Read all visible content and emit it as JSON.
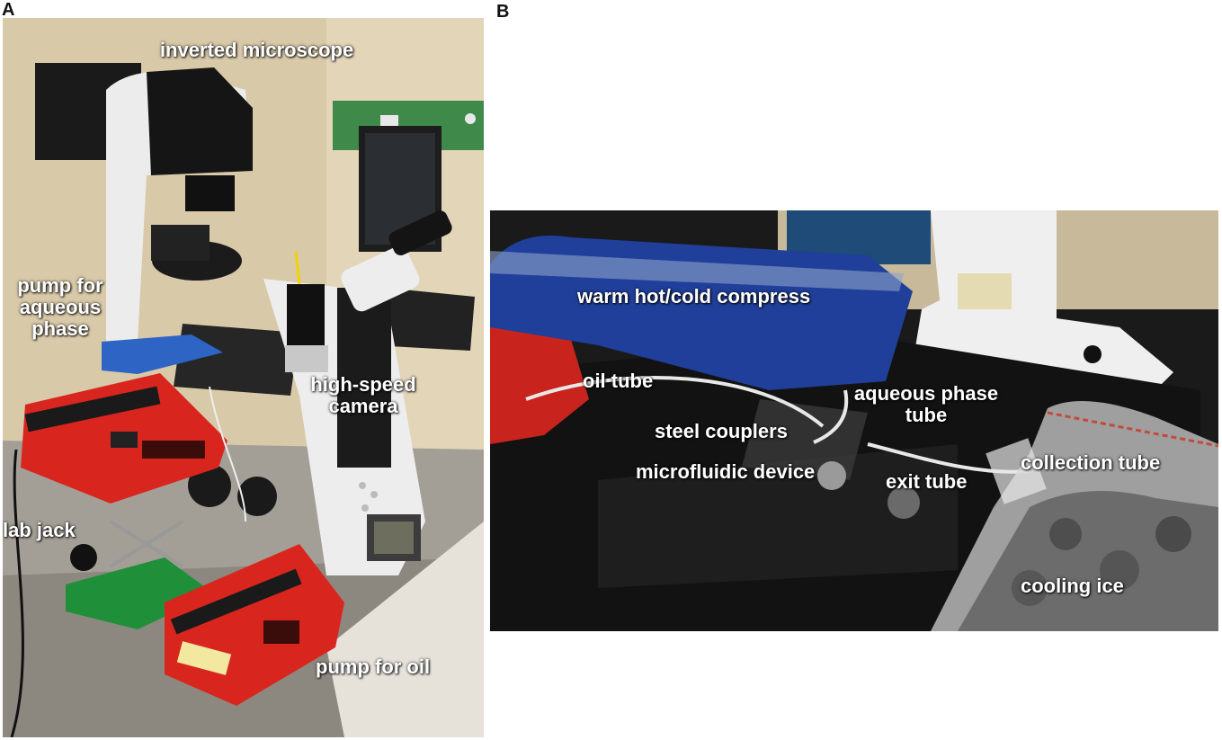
{
  "panels": [
    {
      "letter": "A"
    },
    {
      "letter": "B"
    }
  ],
  "panelA": {
    "labels": {
      "inverted_microscope": "inverted microscope",
      "pump_aqueous": "pump for\naqueous\nphase",
      "high_speed_camera": "high-speed\ncamera",
      "lab_jack": "lab jack",
      "pump_oil": "pump for oil"
    }
  },
  "panelB": {
    "labels": {
      "compress": "warm hot/cold compress",
      "oil_tube": "oil tube",
      "aqueous_tube": "aqueous phase\ntube",
      "steel_couplers": "steel couplers",
      "microfluidic_device": "microfluidic device",
      "exit_tube": "exit tube",
      "collection_tube": "collection tube",
      "cooling_ice": "cooling ice"
    }
  },
  "colors": {
    "pump_red": "#d8261f",
    "compress_blue": "#1f3f9a",
    "jack_green": "#1f8f3a",
    "wall": "#d9c7a3",
    "bench": "#9a958c",
    "black": "#141414"
  }
}
